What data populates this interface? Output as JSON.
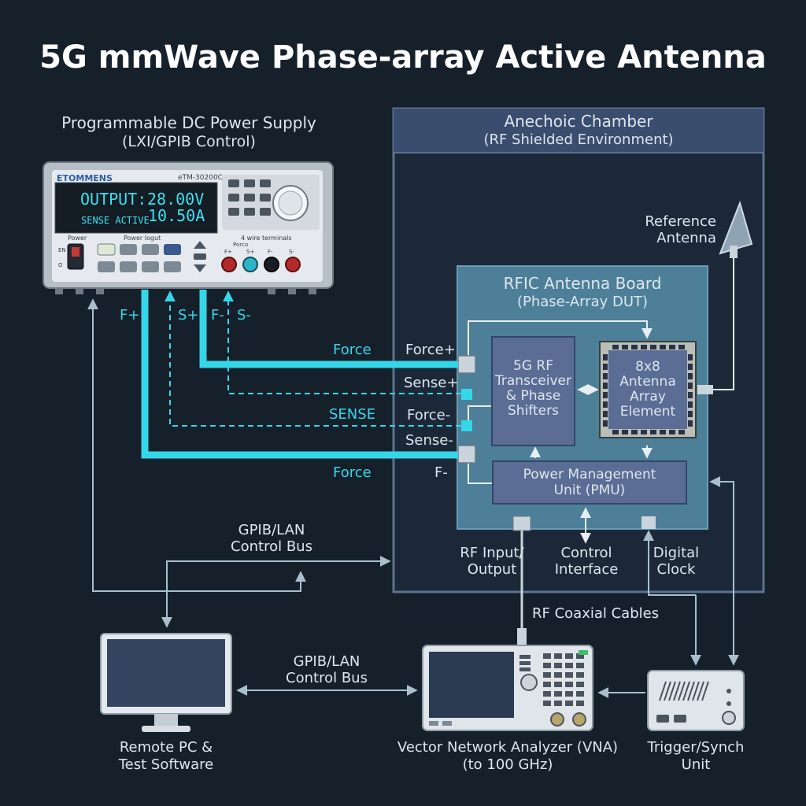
{
  "title": "5G mmWave Phase-array Active Antenna",
  "psu": {
    "heading": "Programmable DC Power Supply",
    "subheading": "(LXI/GPIB Control)",
    "brand": "ETOMMENS",
    "model": "eTM-30200C",
    "output_label": "OUTPUT:",
    "voltage": "28.00V",
    "current": "10.50A",
    "sense_status": "SENSE ACTIVE",
    "power_label": "Power",
    "power_input_label": "Power Iogut",
    "terminals_label": "4 wire terminals",
    "force_small": "Porco",
    "terminal_labels": [
      "F+",
      "S+",
      "F-",
      "S-"
    ],
    "switch_on": "EN",
    "switch_off": "O"
  },
  "wire_labels": {
    "f_plus": "F+",
    "s_plus": "S+",
    "f_minus": "F-",
    "s_minus": "S-",
    "force_top": "Force",
    "sense": "SENSE",
    "force_bottom": "Force"
  },
  "chamber": {
    "title": "Anechoic Chamber",
    "subtitle": "(RF Shielded Environment)"
  },
  "reference_antenna": {
    "line1": "Reference",
    "line2": "Antenna"
  },
  "board": {
    "title": "RFIC Antenna Board",
    "subtitle": "(Phase-Array DUT)",
    "transceiver": [
      "5G RF",
      "Transceiver",
      "& Phase",
      "Shifters"
    ],
    "array": [
      "8x8",
      "Antenna",
      "Array",
      "Element"
    ],
    "pmu": [
      "Power Management",
      "Unit (PMU)"
    ],
    "ports": {
      "force_plus": "Force+",
      "sense_plus": "Sense+",
      "force_minus": "Force-",
      "sense_minus": "Sense-",
      "f_minus": "F-"
    }
  },
  "interfaces": {
    "rf_io": [
      "RF Input/",
      "Output"
    ],
    "control": [
      "Control",
      "Interface"
    ],
    "clock": [
      "Digital",
      "Clock"
    ],
    "rf_cables": "RF Coaxial Cables"
  },
  "bus_top": [
    "GPIB/LAN",
    "Control Bus"
  ],
  "bus_bottom": [
    "GPIB/LAN",
    "Control Bus"
  ],
  "pc": {
    "line1": "Remote PC &",
    "line2": "Test Software"
  },
  "vna": {
    "line1": "Vector Network Analyzer (VNA)",
    "line2": "(to 100 GHz)"
  },
  "trigger": {
    "line1": "Trigger/Synch",
    "line2": "Unit"
  },
  "colors": {
    "background": "#16202b",
    "cyan": "#35d6e8",
    "board": "#4d7f99",
    "chamber_border": "#5d7290",
    "module": "#5b6d95"
  }
}
